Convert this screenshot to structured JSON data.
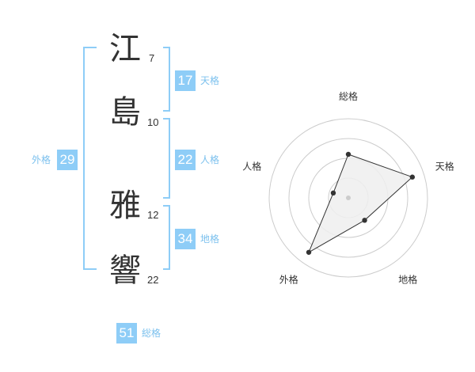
{
  "name": {
    "chars": [
      {
        "char": "江",
        "strokes": "7"
      },
      {
        "char": "島",
        "strokes": "10"
      },
      {
        "char": "雅",
        "strokes": "12"
      },
      {
        "char": "響",
        "strokes": "22"
      }
    ]
  },
  "kaku": {
    "tenkaku": {
      "value": "17",
      "label": "天格"
    },
    "jinkaku": {
      "value": "22",
      "label": "人格"
    },
    "chikaku": {
      "value": "34",
      "label": "地格"
    },
    "gaikaku": {
      "value": "29",
      "label": "外格"
    },
    "soukaku": {
      "value": "51",
      "label": "総格"
    }
  },
  "colors": {
    "accent": "#8ecdf7",
    "accent_text": "#7cc1ee",
    "text": "#333333"
  },
  "chart_data": {
    "type": "radar",
    "axes": [
      "総格",
      "天格",
      "地格",
      "外格",
      "人格"
    ],
    "values": [
      0.55,
      0.85,
      0.35,
      0.85,
      0.2
    ],
    "range": [
      0,
      1
    ]
  }
}
